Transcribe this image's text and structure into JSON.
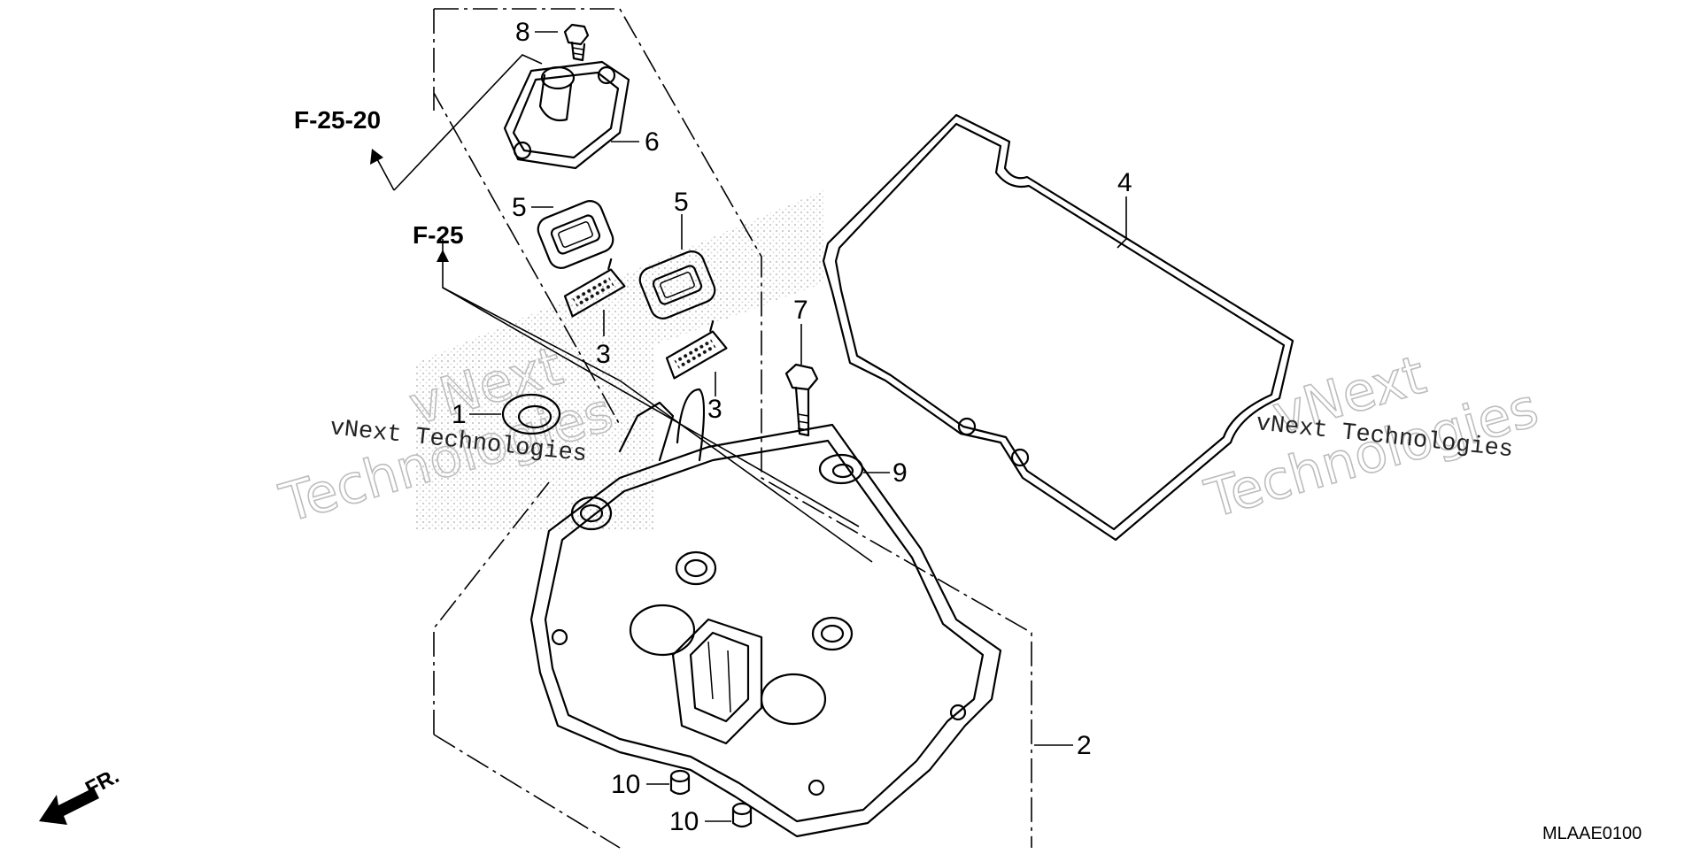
{
  "diagram": {
    "callouts": {
      "c1": "1",
      "c2": "2",
      "c3a": "3",
      "c3b": "3",
      "c4": "4",
      "c5a": "5",
      "c5b": "5",
      "c6": "6",
      "c7": "7",
      "c8": "8",
      "c9": "9",
      "c10a": "10",
      "c10b": "10"
    },
    "references": {
      "ref_f25_20": "F-25-20",
      "ref_f25": "F-25"
    },
    "front_indicator": "FR.",
    "diagram_code": "MLAAE0100"
  },
  "watermark": {
    "left_big_1": "vNext",
    "left_big_2": "Technologies",
    "left_small": "vNext Technologies",
    "right_big_1": "vNext",
    "right_big_2": "Technologies",
    "right_small": "vNext Technologies"
  },
  "colors": {
    "line": "#000000",
    "watermark_outline": "#bdbdbd",
    "stipple": "#c8c8c8",
    "background": "#ffffff"
  }
}
